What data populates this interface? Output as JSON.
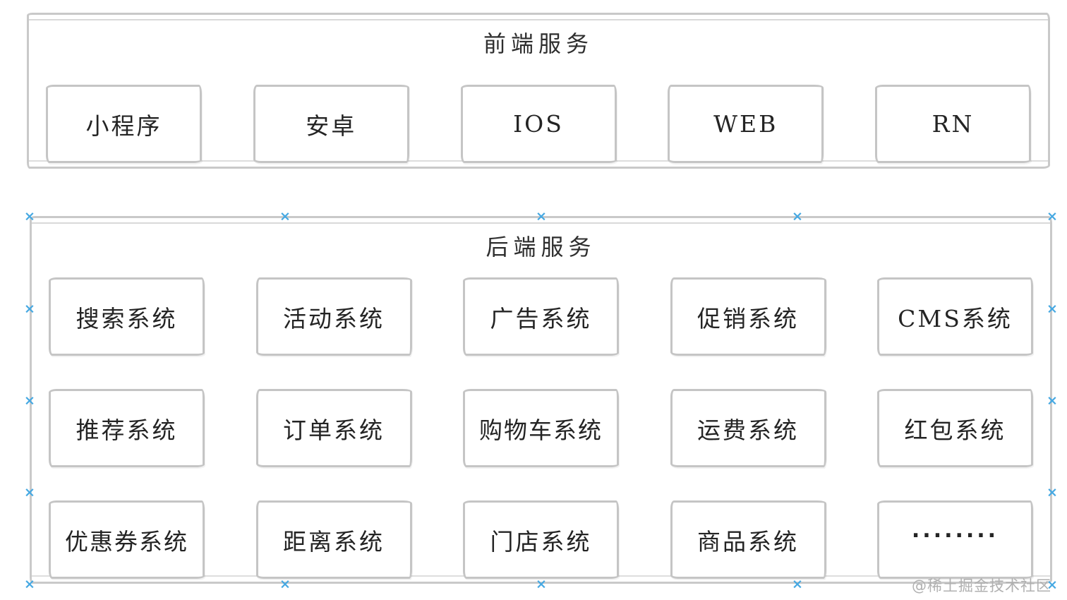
{
  "frontend": {
    "title": "前端服务",
    "boxes": [
      "小程序",
      "安卓",
      "IOS",
      "WEB",
      "RN"
    ]
  },
  "backend": {
    "title": "后端服务",
    "rows": [
      [
        "搜索系统",
        "活动系统",
        "广告系统",
        "促销系统",
        "CMS系统"
      ],
      [
        "推荐系统",
        "订单系统",
        "购物车系统",
        "运费系统",
        "红包系统"
      ],
      [
        "优惠券系统",
        "距离系统",
        "门店系统",
        "商品系统",
        "........"
      ]
    ],
    "selection_handle_glyph": "×"
  },
  "watermark": "@稀土掘金技术社区",
  "colors": {
    "panel_border": "#c9c9c9",
    "box_border": "#c5c5c5",
    "text": "#242424",
    "handle_blue": "#45a8e2",
    "watermark_gray": "#b0b0b0"
  }
}
